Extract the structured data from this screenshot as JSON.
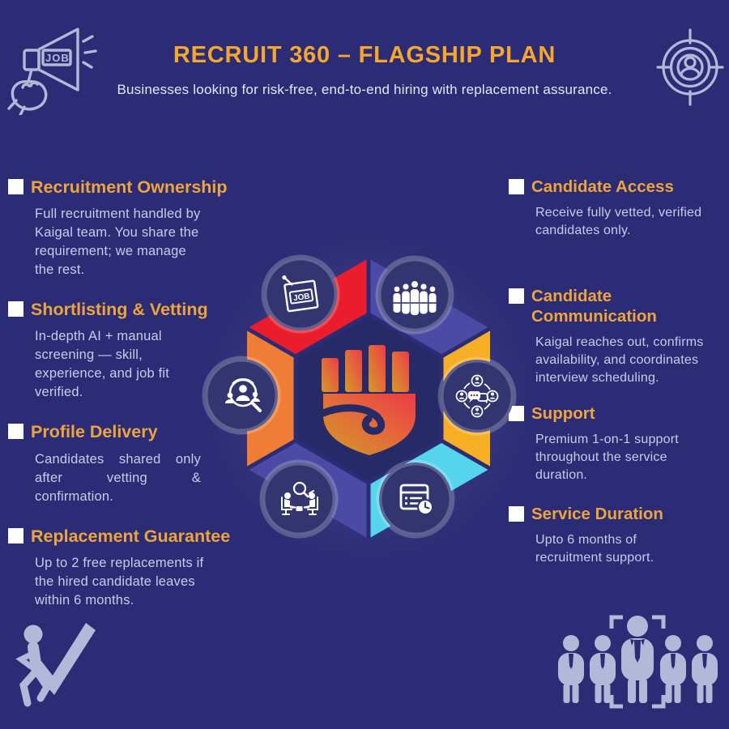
{
  "header": {
    "title": "RECRUIT 360 – FLAGSHIP PLAN",
    "subtitle": "Businesses looking for risk-free, end-to-end hiring with replacement assurance.",
    "megaphone_label": "JOB"
  },
  "columns": {
    "left": [
      {
        "title": "Recruitment Ownership",
        "body": "Full recruitment handled by Kaigal team. You share the requirement; we manage the rest."
      },
      {
        "title": "Shortlisting & Vetting",
        "body": "In-depth AI + manual screening — skill, experience, and job fit verified."
      },
      {
        "title": "Profile Delivery",
        "body": "Candidates shared only after vetting & confirmation."
      },
      {
        "title": "Replacement Guarantee",
        "body": "Up to 2 free replacements if the hired candidate leaves within 6 months."
      }
    ],
    "right": [
      {
        "title": "Candidate Access",
        "body": "Receive fully vetted, verified candidates only."
      },
      {
        "title": "Candidate Communication",
        "body": "Kaigal reaches out, confirms availability, and coordinates interview scheduling."
      },
      {
        "title": "Support",
        "body": "Premium 1-on-1 support throughout the service duration."
      },
      {
        "title": "Service Duration",
        "body": "Upto 6 months of recruitment support."
      }
    ]
  },
  "diagram": {
    "job_label": "JOB",
    "center_icon": "kaigal-fist-shield-logo",
    "node_icons": [
      "job-posting-icon",
      "workforce-group-icon",
      "candidate-search-icon",
      "candidate-communication-icon",
      "interview-icon",
      "schedule-clock-icon"
    ]
  },
  "decorations": {
    "top_left": "megaphone-job-icon",
    "top_right": "target-person-icon",
    "bottom_left": "person-checkmark-icon",
    "bottom_right": "team-selection-icon"
  },
  "colors": {
    "background": "#2b2c75",
    "title_orange": "#f5a62b",
    "heading_orange": "#eda43c",
    "body_text": "#c7cbe9",
    "petal_red": "#e91d2c",
    "petal_orange": "#ef7d35",
    "petal_yellow": "#f6ae24",
    "petal_cyan": "#55d5ec",
    "petal_purple": "#4b4aa5",
    "center_hex": "#262a67",
    "node_circle": "#32356f",
    "decoration": "#b3b8d8",
    "bullet": "#ffffff"
  }
}
